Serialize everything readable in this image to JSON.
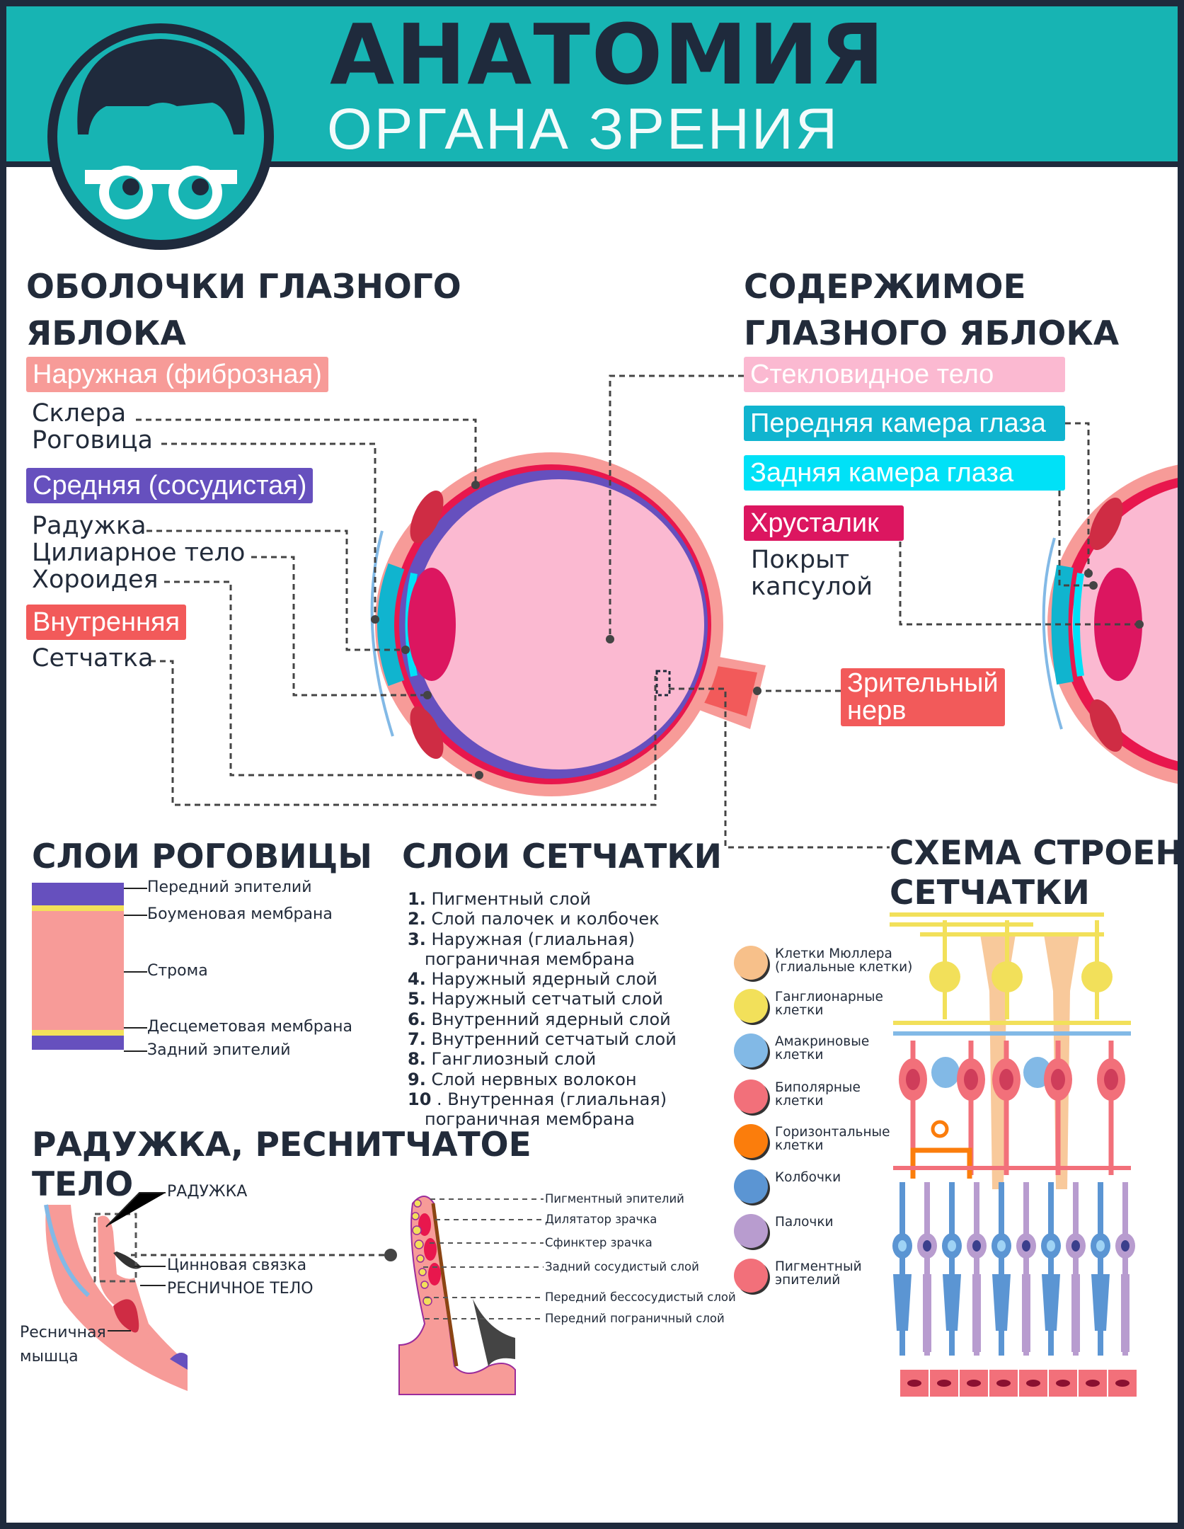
{
  "header": {
    "title": "АНАТОМИЯ",
    "subtitle": "ОРГАНА ЗРЕНИЯ"
  },
  "membranes": {
    "title_l1": "ОБОЛОЧКИ ГЛАЗНОГО",
    "title_l2": "ЯБЛОКА",
    "outer": "Наружная (фиброзная)",
    "sclera": "Склера",
    "cornea": "Роговица",
    "middle": "Средняя (сосудистая)",
    "iris": "Радужка",
    "ciliary": "Цилиарное тело",
    "choroid": "Хороидея",
    "inner": "Внутренняя",
    "retina": "Сетчатка"
  },
  "contents": {
    "title_l1": "СОДЕРЖИМОЕ",
    "title_l2": "ГЛАЗНОГО ЯБЛОКА",
    "vitreous": "Стекловидное тело",
    "anterior": "Передняя камера глаза",
    "posterior": "Задняя камера глаза",
    "lens": "Хрусталик",
    "capsule_l1": "Покрыт",
    "capsule_l2": "капсулой",
    "nerve_l1": "Зрительный",
    "nerve_l2": "нерв"
  },
  "colors": {
    "teal": "#17b4b3",
    "navy": "#1f2a3c",
    "outer": "#f79b98",
    "middle": "#6650be",
    "inner": "#f25a5a",
    "vitreous": "#fbb9d1",
    "anterior": "#10b4cf",
    "posterior": "#00e1f7",
    "lens": "#dc1660",
    "nerve": "#f25a5a"
  },
  "cornea_layers": {
    "title": "СЛОИ РОГОВИЦЫ",
    "items": [
      "Передний эпителий",
      "Боуменовая мембрана",
      "Строма",
      "Десцеметовая мембрана",
      "Задний эпителий"
    ]
  },
  "retina_layers": {
    "title": "СЛОИ СЕТЧАТКИ",
    "items": [
      {
        "n": "1.",
        "t": "Пигментный слой"
      },
      {
        "n": "2.",
        "t": "Слой палочек и колбочек"
      },
      {
        "n": "3.",
        "t": "Наружная (глиальная)",
        "t2": "пограничная мембрана"
      },
      {
        "n": "4.",
        "t": "Наружный ядерный слой"
      },
      {
        "n": "5.",
        "t": "Наружный сетчатый слой"
      },
      {
        "n": "6.",
        "t": "Внутренний ядерный слой"
      },
      {
        "n": "7.",
        "t": "Внутренний сетчатый слой"
      },
      {
        "n": "8.",
        "t": "Ганглиозный слой"
      },
      {
        "n": "9.",
        "t": "Слой нервных волокон"
      },
      {
        "n": "10",
        "t": ". Внутренная (глиальная)",
        "t2": "пограничная мембрана"
      }
    ]
  },
  "retina_scheme": {
    "title_l1": "СХЕМА СТРОЕНИЯ",
    "title_l2": "СЕТЧАТКИ",
    "legend": [
      {
        "l1": "Клетки Мюллера",
        "l2": "(глиальные клетки)",
        "color": "#f7c08a"
      },
      {
        "l1": "Ганглионарные",
        "l2": "клетки",
        "color": "#f2e05a"
      },
      {
        "l1": "Амакриновые",
        "l2": "клетки",
        "color": "#82b9e6"
      },
      {
        "l1": "Биполярные",
        "l2": "клетки",
        "color": "#f2707a"
      },
      {
        "l1": "Горизонтальные",
        "l2": "клетки",
        "color": "#fb7d0c"
      },
      {
        "l1": "Колбочки",
        "l2": "",
        "color": "#5b95d3"
      },
      {
        "l1": "Палочки",
        "l2": "",
        "color": "#b89ccf"
      },
      {
        "l1": "Пигментный",
        "l2": "эпителий",
        "color": "#f2707a"
      }
    ]
  },
  "iris_section": {
    "title_l1": "РАДУЖКА, РЕСНИТЧАТОЕ",
    "title_l2": "ТЕЛО",
    "iris": "РАДУЖКА",
    "zonule": "Цинновая связка",
    "ciliary_body": "РЕСНИЧНОЕ ТЕЛО",
    "muscle_l1": "Ресничная",
    "muscle_l2": "мышца",
    "layers": [
      "Пигментный эпителий",
      "Дилятатор зрачка",
      "Сфинктер зрачка",
      "Задний сосудистый слой",
      "Передний бессосудистый слой",
      "Передний пограничный слой"
    ]
  }
}
